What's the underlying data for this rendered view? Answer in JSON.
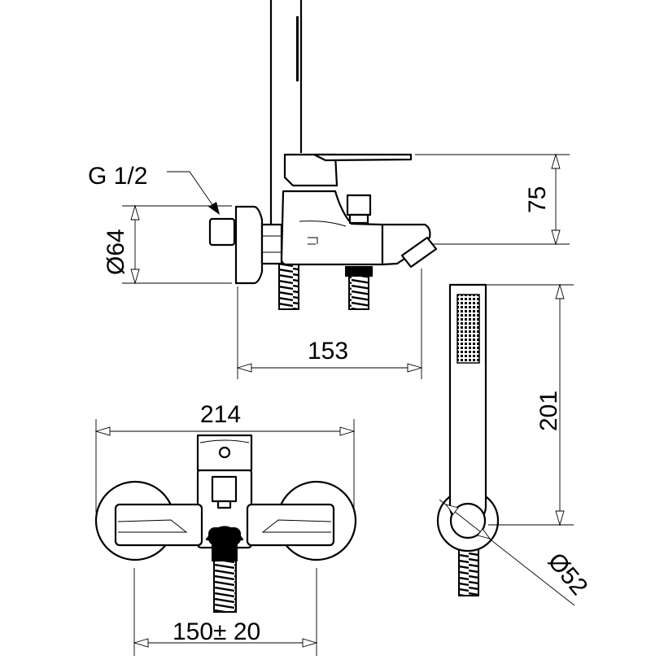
{
  "drawing": {
    "labels": {
      "thread": "G 1/2",
      "flange_diameter": "Ø64",
      "lever_height": "75",
      "projection": "153",
      "overall_width": "214",
      "center_distance": "150± 20",
      "hand_shower_length": "201",
      "bracket_diameter": "Ø52"
    }
  }
}
